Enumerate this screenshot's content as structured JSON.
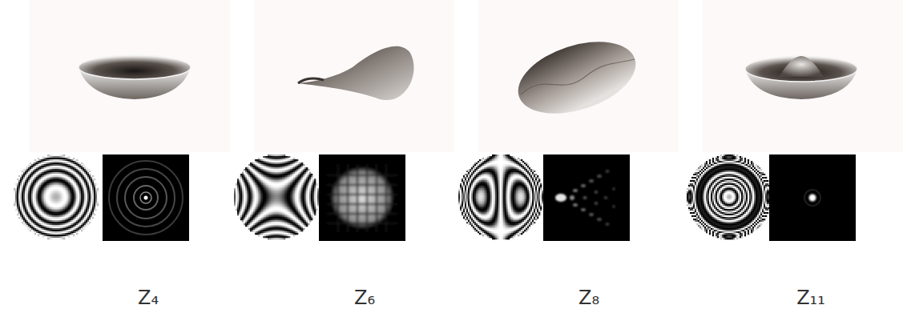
{
  "diagram": {
    "labels": [
      "Z₄",
      "Z₆",
      "Z₈",
      "Z₁₁"
    ]
  }
}
